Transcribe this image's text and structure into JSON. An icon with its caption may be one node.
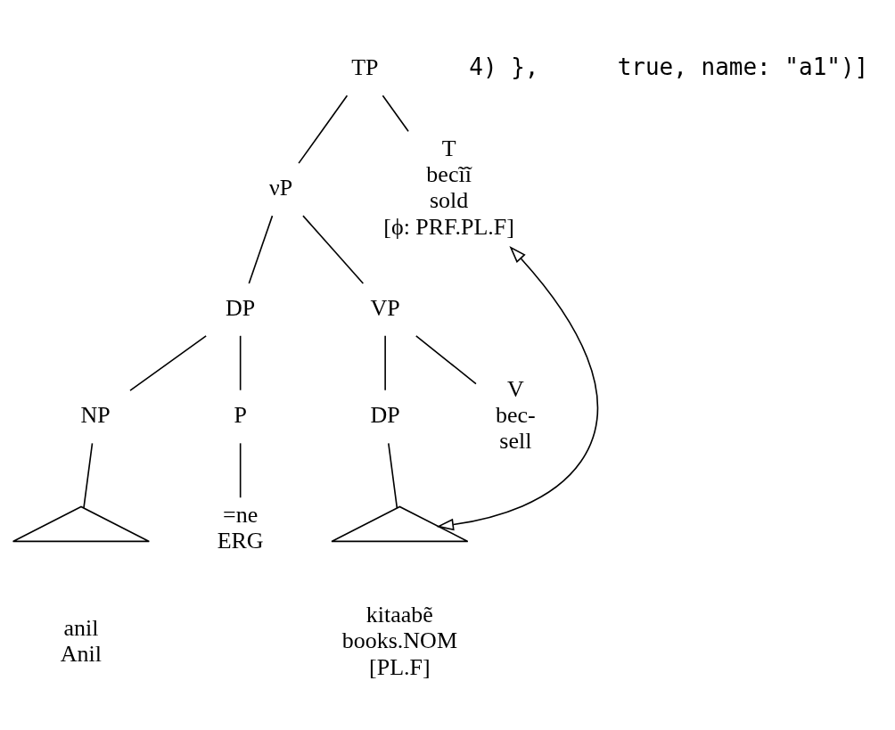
{
  "diagram": {
    "nodes": [
      {
        "text": [
          "TP"
        ]
      },
      {
        "text": [
          "νP"
        ]
      },
      {
        "text": [
          "T",
          "becĩĩ",
          "sold",
          "[ϕ: PRF.PL.F]"
        ]
      },
      {
        "text": [
          "DP"
        ]
      },
      {
        "text": [
          "VP"
        ]
      },
      {
        "text": [
          "NP"
        ]
      },
      {
        "text": [
          "P"
        ]
      },
      {
        "text": [],
        "shape": "triangle",
        "beside": [
          "anil",
          "Anil"
        ]
      },
      {
        "text": [
          "=ne",
          "ERG"
        ]
      },
      {
        "text": [
          "DP"
        ]
      },
      {
        "text": [
          "V",
          "bec-",
          "sell"
        ]
      },
      {
        "text": [],
        "shape": "triangle",
        "beside": [
          "kitaabẽ",
          "books.NOM",
          "[PL.F]"
        ]
      }
    ],
    "edges": [
      {
        "from": 0,
        "to": 1,
        "arrow": "none"
      },
      {
        "from": 0,
        "to": 2,
        "arrow": "none"
      },
      {
        "from": 1,
        "to": 3,
        "arrow": "none"
      },
      {
        "from": 1,
        "to": 4,
        "arrow": "none"
      },
      {
        "from": 3,
        "to": 5,
        "arrow": "none"
      },
      {
        "from": 3,
        "to": 6,
        "arrow": "none"
      },
      {
        "from": 5,
        "to": 7,
        "arrow": "none"
      },
      {
        "from": 6,
        "to": 8,
        "arrow": "none"
      },
      {
        "from": 4,
        "to": 9,
        "arrow": "none"
      },
      {
        "from": 4,
        "to": 10,
        "arrow": "none"
      },
      {
        "from": 9,
        "to": 11,
        "arrow": "none"
      },
      {
        "from": 11,
        "to": 2,
        "arrow": "both"
      }
    ],
    "labels": [
      "4) },",
      "true, name: \"a1\")]"
    ]
  }
}
